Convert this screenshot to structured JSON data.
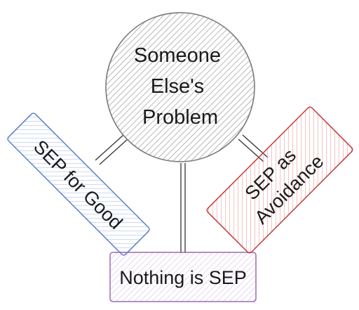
{
  "diagram": {
    "center": {
      "lines": [
        "Someone",
        "Else's",
        "Problem"
      ],
      "color": "#8a8a8a"
    },
    "nodes": [
      {
        "id": "good",
        "label": "SEP for Good",
        "color": "#5b7fc7"
      },
      {
        "id": "nothing",
        "label": "Nothing is SEP",
        "color": "#9b6bb0"
      },
      {
        "id": "avoidance",
        "lines": [
          "SEP as",
          "Avoidance"
        ],
        "color": "#c23a3a"
      }
    ]
  }
}
